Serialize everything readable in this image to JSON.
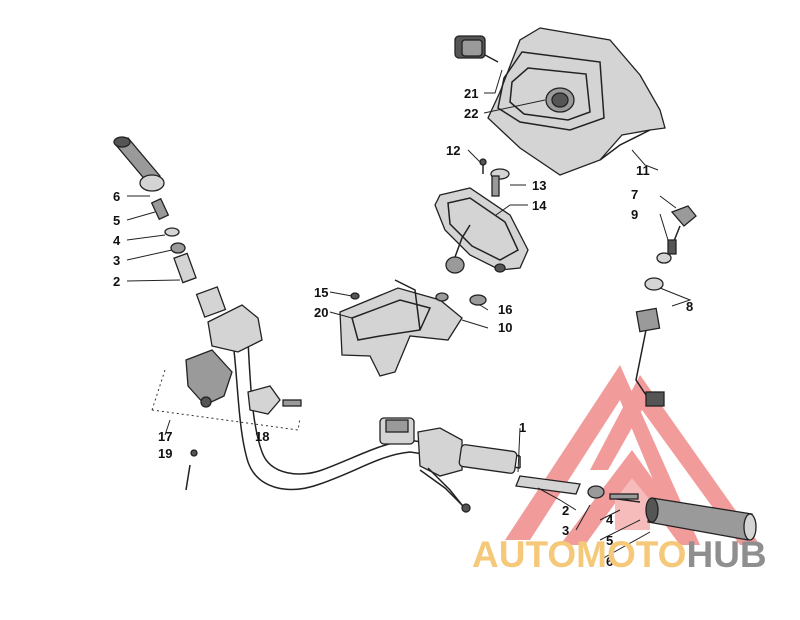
{
  "callouts": {
    "c1": "1",
    "c2l": "2",
    "c3l": "3",
    "c4l": "4",
    "c5l": "5",
    "c6l": "6",
    "c2r": "2",
    "c3r": "3",
    "c4r": "4",
    "c5r": "5",
    "c6r": "6",
    "c7": "7",
    "c8": "8",
    "c9": "9",
    "c10": "10",
    "c11": "11",
    "c12": "12",
    "c13": "13",
    "c14": "14",
    "c15": "15",
    "c16": "16",
    "c17": "17",
    "c18": "18",
    "c19": "19",
    "c20": "20",
    "c21": "21",
    "c22": "22"
  },
  "watermark": {
    "part1": "AUTOMOTO",
    "part2": "HUB",
    "color1": "#f6c97a",
    "color2": "#8f8f8f",
    "logo_color": "#f08a8a"
  }
}
